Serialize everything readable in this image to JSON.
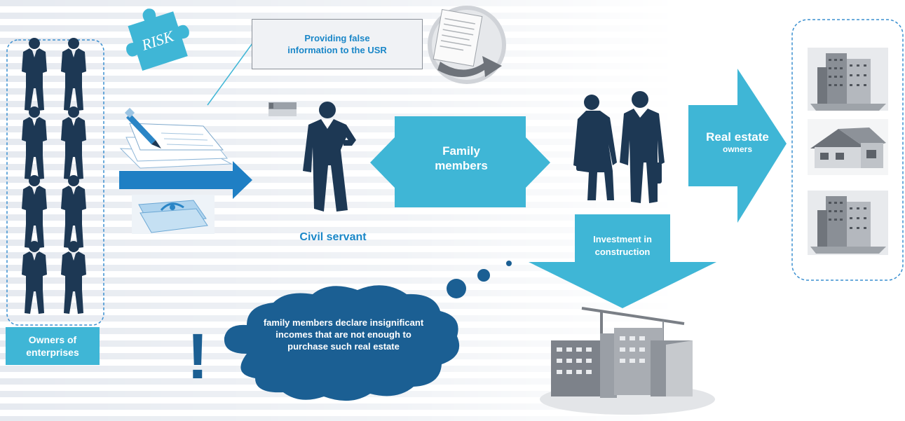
{
  "risk_label": "RISK",
  "false_info_box": "Providing false information to the USR",
  "owners_label": "Owners of enterprises",
  "civil_servant_label": "Civil servant",
  "family_members_label": "Family members",
  "real_estate_title": "Real estate",
  "real_estate_sub": "owners",
  "investment_label": "Investment in construction",
  "cloud_text": "family members declare insignificant incomes that are not enough to purchase such real estate",
  "exclamation": "!",
  "colors": {
    "accent": "#3fb6d6",
    "blue_text": "#1a87c8",
    "dark_arrow": "#1f7fc4",
    "silhouette": "#1d3854",
    "cloud": "#1b5f93",
    "dashed": "#3a8fd0"
  }
}
